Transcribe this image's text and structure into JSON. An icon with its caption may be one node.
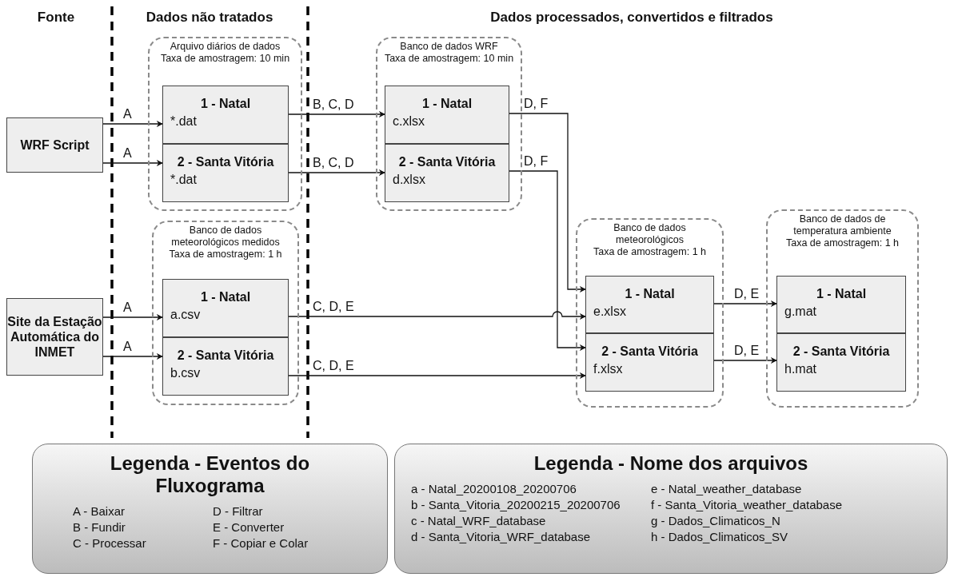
{
  "diagram": {
    "nodes": [
      {
        "text": [
          "WRF Script"
        ]
      },
      {
        "text": [
          "Site da Estação Automática do INMET"
        ]
      },
      {
        "text": [
          "Arquivo diários de dados",
          "Taxa de amostragem: 10 min"
        ]
      },
      {
        "text": [
          "1 - Natal",
          "*.dat"
        ],
        "in": 2
      },
      {
        "text": [
          "2 - Santa Vitória",
          "*.dat"
        ],
        "in": 2
      },
      {
        "text": [
          "Banco de dados WRF",
          "Taxa de amostragem: 10 min"
        ]
      },
      {
        "text": [
          "1 - Natal",
          "c.xlsx"
        ],
        "in": 5
      },
      {
        "text": [
          "2 - Santa Vitória",
          "d.xlsx"
        ],
        "in": 5
      },
      {
        "text": [
          "Banco de dados meteorológicos medidos",
          "Taxa de amostragem: 1 h"
        ]
      },
      {
        "text": [
          "1 - Natal",
          "a.csv"
        ],
        "in": 8
      },
      {
        "text": [
          "2 - Santa Vitória",
          "b.csv"
        ],
        "in": 8
      },
      {
        "text": [
          "Banco de dados meteorológicos",
          "Taxa de amostragem: 1 h"
        ]
      },
      {
        "text": [
          "1 - Natal",
          "e.xlsx"
        ],
        "in": 11
      },
      {
        "text": [
          "2 - Santa Vitória",
          "f.xlsx"
        ],
        "in": 11
      },
      {
        "text": [
          "Banco de dados de temperatura ambiente",
          "Taxa de amostragem: 1 h"
        ]
      },
      {
        "text": [
          "1 - Natal",
          "g.mat"
        ],
        "in": 14
      },
      {
        "text": [
          "2 - Santa Vitória",
          "h.mat"
        ],
        "in": 14
      },
      {
        "text": [
          "Legenda - Eventos do Fluxograma",
          "A - Baixar",
          "B - Fundir",
          "C - Processar",
          "D - Filtrar",
          "E - Converter",
          "F - Copiar e Colar"
        ]
      },
      {
        "text": [
          "Legenda - Nome dos arquivos",
          "a - Natal_20200108_20200706",
          "b - Santa_Vitoria_20200215_20200706",
          "c - Natal_WRF_database",
          "d - Santa_Vitoria_WRF_database",
          "e - Natal_weather_database",
          "f - Santa_Vitoria_weather_database",
          "g - Dados_Climaticos_N",
          "h - Dados_Climaticos_SV"
        ]
      }
    ],
    "edges": [
      {
        "from": 0,
        "to": 3,
        "arrow": "to",
        "label": "A"
      },
      {
        "from": 0,
        "to": 4,
        "arrow": "to",
        "label": "A"
      },
      {
        "from": 1,
        "to": 9,
        "arrow": "to",
        "label": "A"
      },
      {
        "from": 1,
        "to": 10,
        "arrow": "to",
        "label": "A"
      },
      {
        "from": 3,
        "to": 6,
        "arrow": "to",
        "label": "B, C, D"
      },
      {
        "from": 4,
        "to": 7,
        "arrow": "to",
        "label": "B, C, D"
      },
      {
        "from": 6,
        "to": 12,
        "arrow": "to",
        "label": "D, F"
      },
      {
        "from": 7,
        "to": 13,
        "arrow": "to",
        "label": "D, F"
      },
      {
        "from": 9,
        "to": 12,
        "arrow": "to",
        "label": "C, D, E"
      },
      {
        "from": 10,
        "to": 13,
        "arrow": "to",
        "label": "C, D, E"
      },
      {
        "from": 12,
        "to": 15,
        "arrow": "to",
        "label": "D, E"
      },
      {
        "from": 13,
        "to": 16,
        "arrow": "to",
        "label": "D, E"
      }
    ],
    "labels": [
      "Fonte",
      "Dados não tratados",
      "Dados processados, convertidos e filtrados"
    ]
  }
}
